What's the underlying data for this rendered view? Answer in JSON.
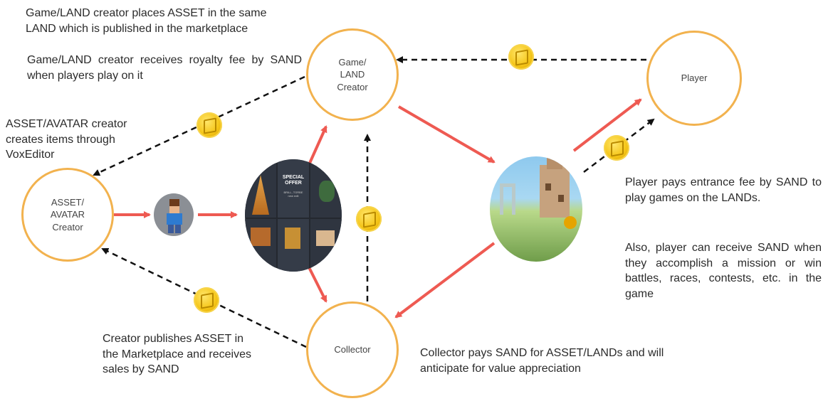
{
  "nodes": {
    "game_creator": "Game/\nLAND\nCreator",
    "player": "Player",
    "asset_creator": "ASSET/\nAVATAR\nCreator",
    "collector": "Collector"
  },
  "texts": {
    "top_left_1": "Game/LAND creator places ASSET in the same LAND which is published in the marketplace",
    "top_left_2": "Game/LAND creator receives royalty fee by SAND when players play on it",
    "asset_avatar": "ASSET/AVATAR creator creates items through VoxEditor",
    "creator_publishes": "Creator publishes ASSET in the Marketplace and receives sales by SAND",
    "collector_pays": "Collector pays SAND for ASSET/LANDs and will anticipate for value appreciation",
    "player_pays": "Player pays entrance fee by SAND to play games on the LANDs.",
    "player_receives": "Also, player can receive SAND when they accomplish a mission or win battles, races, contests, etc. in the game"
  },
  "marketplace": {
    "offer_title": "SPECIAL\nOFFER",
    "offer_sub": "BRILL, TORBE\nnew edit"
  },
  "colors": {
    "node_border": "#f2b24e",
    "solid_arrow": "#ee5a52",
    "dashed_arrow": "#111111",
    "coin": "#f5c518"
  },
  "icons": [
    "sand-coin-icon",
    "avatar-image",
    "marketplace-image",
    "game-world-image"
  ]
}
